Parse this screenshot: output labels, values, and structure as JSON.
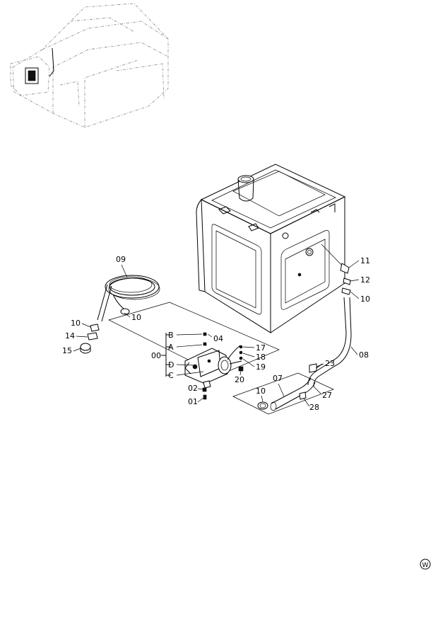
{
  "callouts": {
    "c09": "09",
    "c10a": "10",
    "c10b": "10",
    "c14": "14",
    "c15": "15",
    "c11": "11",
    "c12": "12",
    "c10c": "10",
    "c08": "08",
    "cB": "B",
    "cA": "A",
    "c00": "00",
    "cD": "D",
    "cC": "C",
    "c04": "04",
    "c17": "17",
    "c18": "18",
    "c19": "19",
    "c20": "20",
    "c02": "02",
    "c01": "01",
    "c07": "07",
    "c10d": "10",
    "c23": "23",
    "c27": "27",
    "c28": "28"
  },
  "watermark_mark": "W",
  "icons": {
    "locator": "machine-outline-icon",
    "watermark": "circled-w-icon"
  }
}
